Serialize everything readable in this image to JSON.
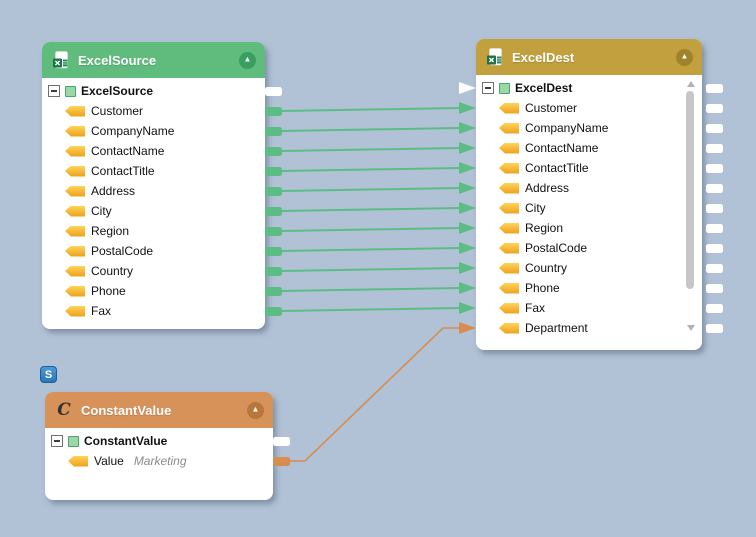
{
  "canvas": {
    "background_color": "#b1c2d7"
  },
  "ui": {
    "collapse_glyph": "▲"
  },
  "annotation_badge": {
    "label": "S",
    "color": "#2b76b6"
  },
  "components": [
    {
      "id": "source",
      "title": "ExcelSource",
      "icon": "excel-file-icon",
      "theme": {
        "header": "#5fbc7d",
        "button": "#389f60"
      },
      "root": {
        "label": "ExcelSource",
        "expanded": true
      },
      "fields": [
        {
          "label": "Customer"
        },
        {
          "label": "CompanyName"
        },
        {
          "label": "ContactName"
        },
        {
          "label": "ContactTitle"
        },
        {
          "label": "Address"
        },
        {
          "label": "City"
        },
        {
          "label": "Region"
        },
        {
          "label": "PostalCode"
        },
        {
          "label": "Country"
        },
        {
          "label": "Phone"
        },
        {
          "label": "Fax"
        }
      ]
    },
    {
      "id": "dest",
      "title": "ExcelDest",
      "icon": "excel-file-icon",
      "theme": {
        "header": "#c2a03d",
        "button": "#a0822a"
      },
      "root": {
        "label": "ExcelDest",
        "expanded": true
      },
      "has_scrollbar": true,
      "has_right_output_pills": true,
      "fields": [
        {
          "label": "Customer"
        },
        {
          "label": "CompanyName"
        },
        {
          "label": "ContactName"
        },
        {
          "label": "ContactTitle"
        },
        {
          "label": "Address"
        },
        {
          "label": "City"
        },
        {
          "label": "Region"
        },
        {
          "label": "PostalCode"
        },
        {
          "label": "Country"
        },
        {
          "label": "Phone"
        },
        {
          "label": "Fax"
        },
        {
          "label": "Department"
        }
      ]
    },
    {
      "id": "constant",
      "title": "ConstantValue",
      "icon": "constant-icon",
      "icon_glyph": "C",
      "theme": {
        "header": "#d7925a",
        "button": "#b9763a"
      },
      "root": {
        "label": "ConstantValue",
        "expanded": true
      },
      "fields": [
        {
          "label": "Value",
          "value": "Marketing"
        }
      ]
    }
  ],
  "connections": [
    {
      "from": [
        "source",
        "Customer"
      ],
      "to": [
        "dest",
        "Customer"
      ],
      "color": "#5cbd84"
    },
    {
      "from": [
        "source",
        "CompanyName"
      ],
      "to": [
        "dest",
        "CompanyName"
      ],
      "color": "#5cbd84"
    },
    {
      "from": [
        "source",
        "ContactName"
      ],
      "to": [
        "dest",
        "ContactName"
      ],
      "color": "#5cbd84"
    },
    {
      "from": [
        "source",
        "ContactTitle"
      ],
      "to": [
        "dest",
        "ContactTitle"
      ],
      "color": "#5cbd84"
    },
    {
      "from": [
        "source",
        "Address"
      ],
      "to": [
        "dest",
        "Address"
      ],
      "color": "#5cbd84"
    },
    {
      "from": [
        "source",
        "City"
      ],
      "to": [
        "dest",
        "City"
      ],
      "color": "#5cbd84"
    },
    {
      "from": [
        "source",
        "Region"
      ],
      "to": [
        "dest",
        "Region"
      ],
      "color": "#5cbd84"
    },
    {
      "from": [
        "source",
        "PostalCode"
      ],
      "to": [
        "dest",
        "PostalCode"
      ],
      "color": "#5cbd84"
    },
    {
      "from": [
        "source",
        "Country"
      ],
      "to": [
        "dest",
        "Country"
      ],
      "color": "#5cbd84"
    },
    {
      "from": [
        "source",
        "Phone"
      ],
      "to": [
        "dest",
        "Phone"
      ],
      "color": "#5cbd84"
    },
    {
      "from": [
        "source",
        "Fax"
      ],
      "to": [
        "dest",
        "Fax"
      ],
      "color": "#5cbd84"
    },
    {
      "from": [
        "constant",
        "Value"
      ],
      "to": [
        "dest",
        "Department"
      ],
      "color": "#d68d4e",
      "routed": true
    }
  ]
}
